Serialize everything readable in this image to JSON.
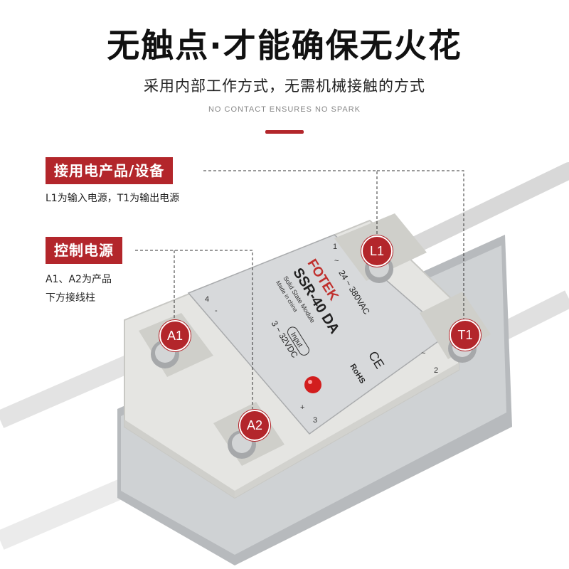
{
  "header": {
    "title": "无触点·才能确保无火花",
    "subtitle": "采用内部工作方式，无需机械接触的方式",
    "subtitle_en": "NO CONTACT ENSURES NO SPARK"
  },
  "callouts": {
    "equipment": {
      "tag": "接用电产品/设备",
      "desc": "L1为输入电源，T1为输出电源"
    },
    "control": {
      "tag": "控制电源",
      "desc_line1": "A1、A2为产品",
      "desc_line2": "下方接线柱"
    }
  },
  "terminals": {
    "l1": "L1",
    "t1": "T1",
    "a1": "A1",
    "a2": "A2"
  },
  "device": {
    "brand": "FOTEK",
    "model": "SSR-40 DA",
    "module": "Solid State Module",
    "made": "Made in china",
    "output_voltage": "24 ~ 380VAC",
    "input_label": "Input",
    "input_voltage": "3 ~ 32VDC",
    "ce": "CE",
    "rohs": "RoHS",
    "pin1": "1",
    "pin2": "2",
    "pin3": "3",
    "pin4": "4",
    "minus": "-",
    "plus": "+",
    "tilde1": "~",
    "tilde2": "~"
  },
  "colors": {
    "accent": "#b3262b",
    "housing": "#e3e3df",
    "label_plate": "#d9dbdc",
    "cable": "#e9e9e9"
  }
}
